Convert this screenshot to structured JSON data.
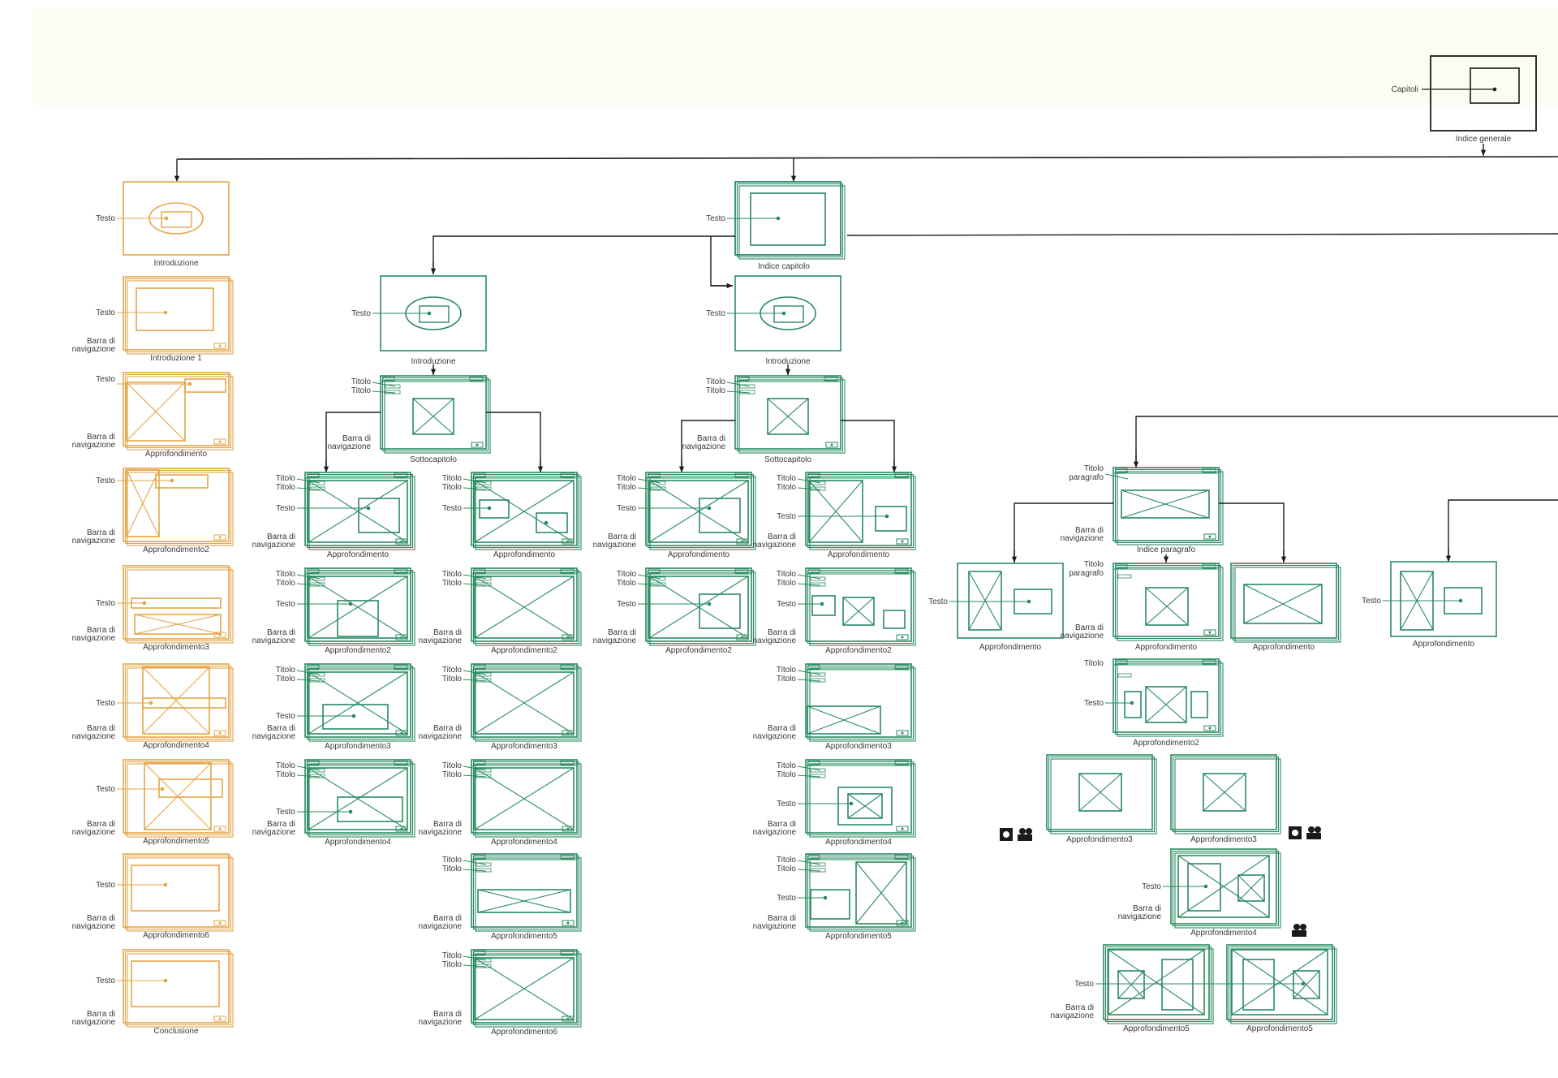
{
  "colors": {
    "orange": "#e3a64a",
    "green": "#2a8a62",
    "black": "#1a1a1a"
  },
  "labels": {
    "capitoli": "Capitoli",
    "indice_generale": "Indice generale",
    "testo": "Testo",
    "titolo": "Titolo",
    "barra_1": "Barra di",
    "barra_2": "navigazione",
    "titolo_paragrafo_1": "Titolo",
    "titolo_paragrafo_2": "paragrafo"
  },
  "intro_column": {
    "items": [
      "Introduzione",
      "Introduzione 1",
      "Approfondimento",
      "Approfondimento2",
      "Approfondimento3",
      "Approfondimento4",
      "Approfondimento5",
      "Approfondimento6",
      "Conclusione"
    ]
  },
  "chapter_index": {
    "title": "Indice capitolo"
  },
  "chapter_a": {
    "intro": "Introduzione",
    "sottocapitolo": "Sottocapitolo",
    "left": [
      "Approfondimento",
      "Approfondimento2",
      "Approfondimento3",
      "Approfondimento4"
    ],
    "right": [
      "Approfondimento",
      "Approfondimento2",
      "Approfondimento3",
      "Approfondimento4",
      "Approfondimento5",
      "Approfondimento6"
    ]
  },
  "chapter_b": {
    "intro": "Introduzione",
    "sottocapitolo": "Sottocapitolo",
    "left": [
      "Approfondimento",
      "Approfondimento2"
    ],
    "right": [
      "Approfondimento",
      "Approfondimento2",
      "Approfondimento3",
      "Approfondimento4",
      "Approfondimento5"
    ]
  },
  "paragraph": {
    "index": "Indice paragrafo",
    "left": "Approfondimento",
    "center": [
      "Approfondimento",
      "Approfondimento2"
    ],
    "right": "Approfondimento",
    "media": [
      "Approfondimento3",
      "Approfondimento3"
    ],
    "app4": "Approfondimento4",
    "app5": [
      "Approfondimento5",
      "Approfondimento5"
    ]
  },
  "far_right": {
    "label": "Approfondimento"
  }
}
